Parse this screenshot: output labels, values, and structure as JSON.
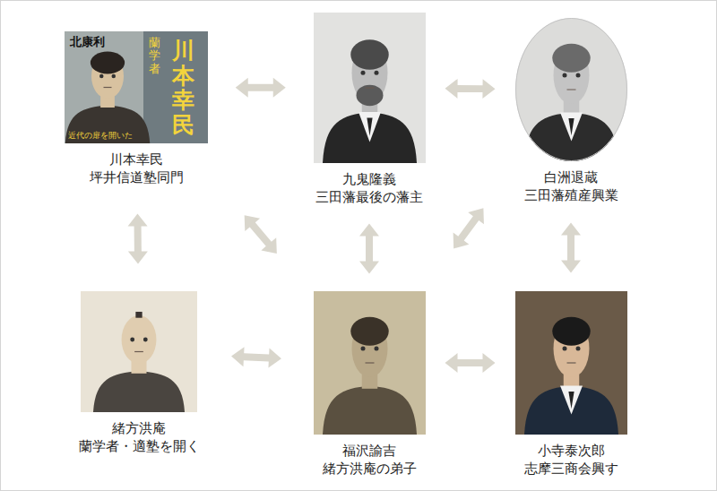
{
  "diagram": {
    "nodes": [
      {
        "text": [
          "川本幸民",
          "坪井信道塾同門"
        ]
      },
      {
        "text": [
          "九鬼隆義",
          "三田藩最後の藩主"
        ]
      },
      {
        "text": [
          "白洲退蔵",
          "三田藩殖産興業"
        ]
      },
      {
        "text": [
          "緒方洪庵",
          "蘭学者・適塾を開く"
        ]
      },
      {
        "text": [
          "福沢諭吉",
          "緒方洪庵の弟子"
        ]
      },
      {
        "text": [
          "小寺泰次郎",
          "志摩三商会興す"
        ]
      }
    ],
    "edges": [
      {
        "from": 0,
        "to": 1,
        "arrow": "both"
      },
      {
        "from": 1,
        "to": 2,
        "arrow": "both"
      },
      {
        "from": 0,
        "to": 3,
        "arrow": "both"
      },
      {
        "from": 0,
        "to": 4,
        "arrow": "both"
      },
      {
        "from": 1,
        "to": 4,
        "arrow": "both"
      },
      {
        "from": 2,
        "to": 4,
        "arrow": "both"
      },
      {
        "from": 2,
        "to": 5,
        "arrow": "both"
      },
      {
        "from": 3,
        "to": 4,
        "arrow": "both"
      },
      {
        "from": 4,
        "to": 5,
        "arrow": "both"
      }
    ],
    "labels": [
      "北康利",
      "蘭学者",
      "川本幸民",
      "近代の扉を開いた"
    ]
  }
}
